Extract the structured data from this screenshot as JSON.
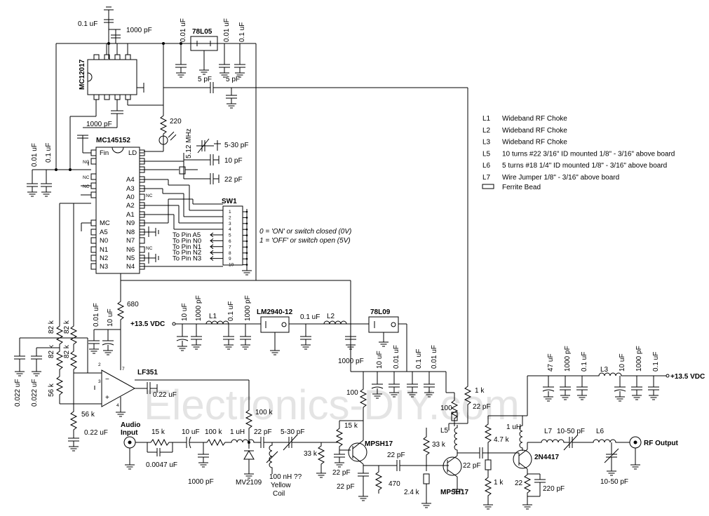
{
  "watermark": "Electronics-DIY.com",
  "chips": {
    "mc12017": "MC12017",
    "mc145152": "MC145152",
    "lf351": "LF351",
    "reg_78l05": "78L05",
    "reg_lm2940": "LM2940-12",
    "reg_78l09": "78L09",
    "sw1": "SW1",
    "q1": "MPSH17",
    "q2": "MPSH17",
    "q3": "2N4417",
    "varactor": "MV2109"
  },
  "pins": {
    "left": [
      "Fin",
      "NC",
      "NC",
      "NC",
      "",
      "MC",
      "A5",
      "N0",
      "N1",
      "N2",
      "N3"
    ],
    "right": [
      "LD",
      "",
      "",
      "",
      "A4",
      "A3",
      "A0",
      "A2",
      "A1",
      "N9",
      "N8",
      "N7",
      "N6",
      "N5",
      "N4"
    ],
    "nc_right": [
      "NC",
      "NC"
    ]
  },
  "switch_pins": [
    "1",
    "2",
    "3",
    "4",
    "5",
    "6",
    "7",
    "8",
    "9",
    "10"
  ],
  "to_pins": [
    "To Pin A5",
    "To Pin N0",
    "To Pin N1",
    "To Pin N2",
    "To Pin N3"
  ],
  "notes": {
    "on": "0 = 'ON' or switch closed (0V)",
    "off": "1 = 'OFF' or switch open (5V)"
  },
  "supply": {
    "left": "+13.5 VDC",
    "right": "+13.5 VDC"
  },
  "io": {
    "audio": "Audio",
    "input": "Input",
    "rf_output": "RF Output"
  },
  "components": {
    "c_01uf_top": "0.1 uF",
    "c_1000pf_top": "1000 pF",
    "c_001uf_78": "0.01 uF",
    "c_001uf_78b": "0.01 uF",
    "c_01uf_78": "0.1 uF",
    "c_5pf_a": "5 pF",
    "c_5pf_b": "5 pF",
    "c_1000pf_mid": "1000 pF",
    "r_220": "220",
    "xtal": "5.12 MHz",
    "c_5_30pf": "5-30 pF",
    "c_10pf": "10 pF",
    "c_22pf": "22 pF",
    "c_001uf_left": "0.01 uF",
    "c_01uf_left": "0.1 uF",
    "r_680": "680",
    "c_001uf_lf": "0.01 uF",
    "c_10uf_lf": "10 uF",
    "c_10uf_a": "10 uF",
    "c_1000pf_a": "1000 pF",
    "l1": "L1",
    "c_01uf_a": "0.1 uF",
    "c_1000pf_b": "1000 pF",
    "c_01uf_b": "0.1 uF",
    "l2": "L2",
    "c_1000pf_c": "1000 pF",
    "c_10uf_b": "10 uF",
    "c_001uf_b": "0.01 uF",
    "c_01uf_c": "0.1 uF",
    "c_001uf_c": "0.01 uF",
    "r_82k_a": "82 k",
    "r_82k_b": "82 k",
    "r_82k_c": "82 k",
    "r_82k_d": "82 k",
    "r_56k_a": "56 k",
    "r_56k_b": "56 k",
    "c_0022_a": "0.022 uF",
    "c_0022_b": "0.022 uF",
    "c_022_a": "0.22 uF",
    "c_022_b": "0.22 uF",
    "r_100k_a": "100 k",
    "r_15k_a": "15 k",
    "c_0047": "0.0047 uF",
    "c_10uf_c": "10 uF",
    "r_100k_b": "100 k",
    "l_1uh_a": "1 uH",
    "c_1000pf_d": "1000 pF",
    "c_22pf_a": "22 pF",
    "c_5_30pf_b": "5-30 pF",
    "l_100nh": "100 nH ??",
    "yellow": "Yellow",
    "coil": "Coil",
    "r_33k_a": "33 k",
    "r_100_a": "100",
    "r_15k_b": "15 k",
    "c_22pf_b": "22 pF",
    "c_22pf_c": "22 pF",
    "c_22pf_d": "22 pF",
    "r_470": "470",
    "r_33k_b": "33 k",
    "r_24k": "2.4 k",
    "r_100_b": "100",
    "l5": "L5",
    "r_1k_a": "1 k",
    "c_22pf_e": "22 pF",
    "c_22pf_f": "22 pF",
    "r_47k": "4.7 k",
    "l_1uh_b": "1 uH",
    "r_1k_b": "1 k",
    "r_22": "22",
    "c_220pf": "220 pF",
    "l7": "L7",
    "c_10_50pf_a": "10-50 pF",
    "l6": "L6",
    "c_10_50pf_b": "10-50 pF",
    "c_47uf": "47 uF",
    "c_1000pf_e": "1000 pF",
    "c_01uf_d": "0.1 uF",
    "l3": "L3",
    "c_10uf_d": "10 uF",
    "c_1000pf_f": "1000 pF",
    "c_01uf_e": "0.1 uF"
  },
  "legend": [
    {
      "ref": "L1",
      "desc": "Wideband RF Choke"
    },
    {
      "ref": "L2",
      "desc": "Wideband RF Choke"
    },
    {
      "ref": "L3",
      "desc": "Wideband RF Choke"
    },
    {
      "ref": "L5",
      "desc": "10 turns #22 3/16\" ID mounted 1/8\" - 3/16\" above board"
    },
    {
      "ref": "L6",
      "desc": "5 turns #18 1/4\" ID mounted 1/8\" - 3/16\" above board"
    },
    {
      "ref": "L7",
      "desc": "Wire Jumper 1/8\" - 3/16\" above board"
    }
  ],
  "legend_bead": "Ferrite Bead"
}
